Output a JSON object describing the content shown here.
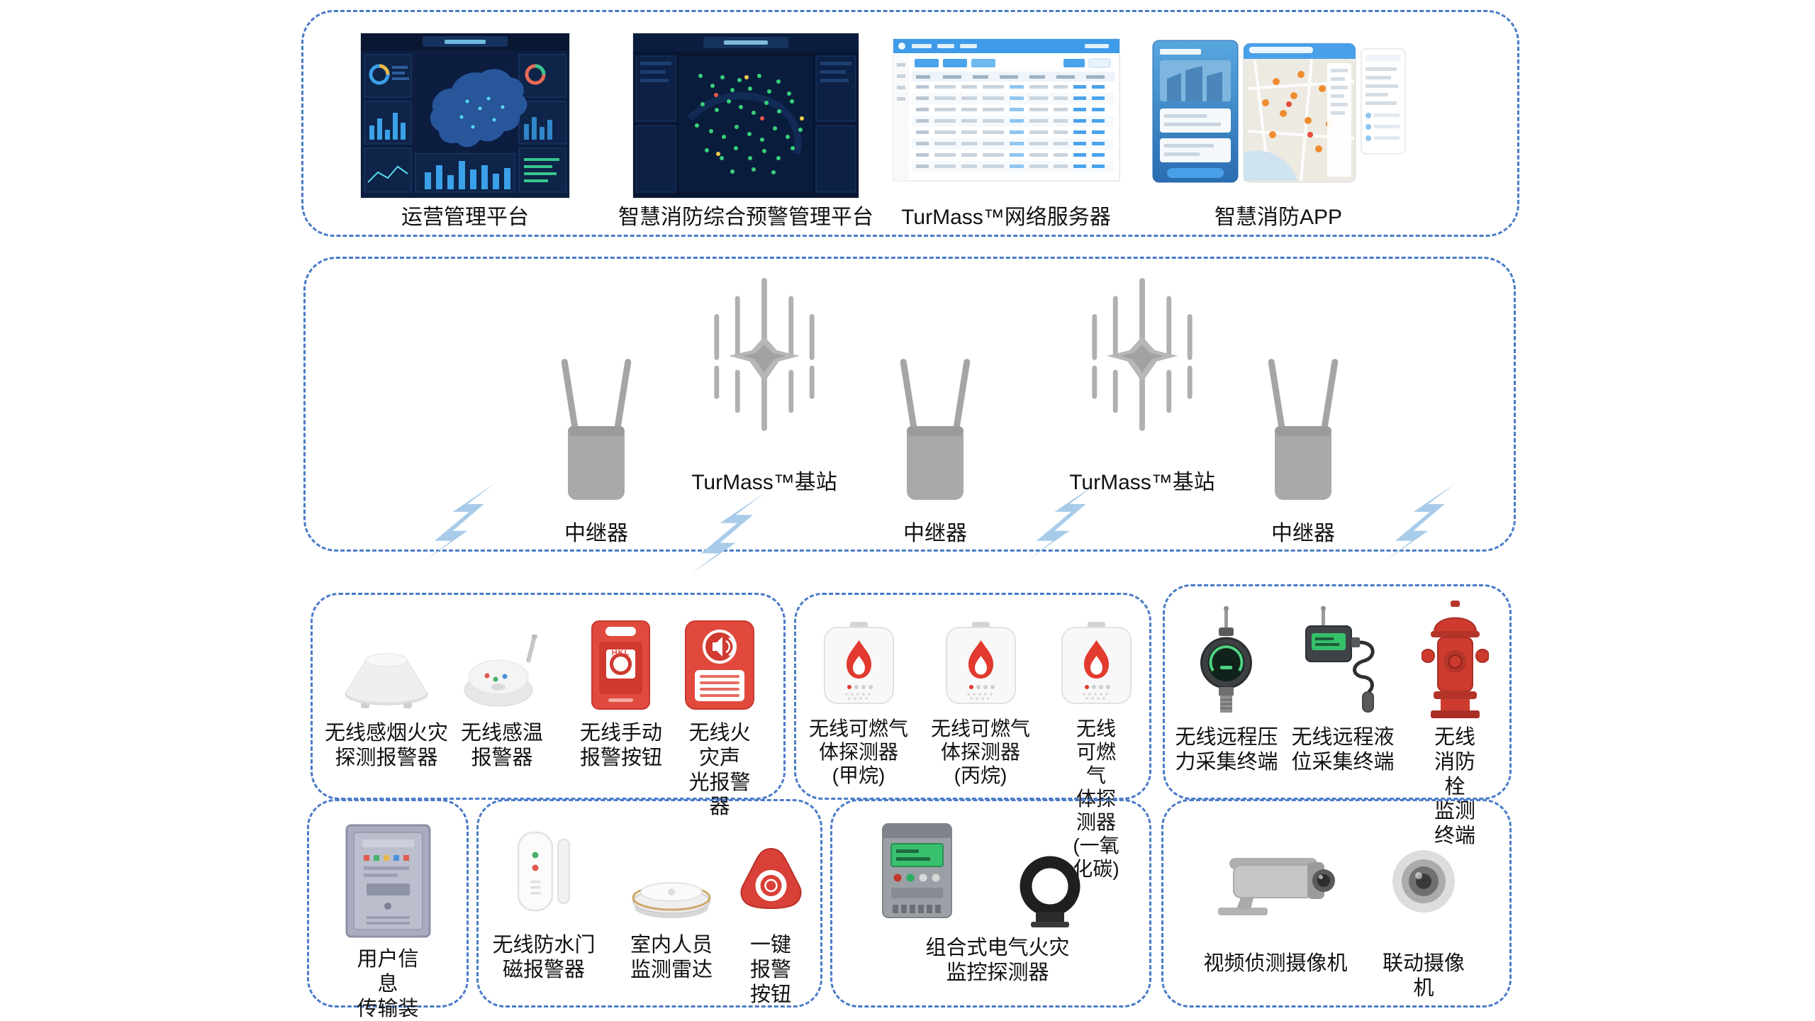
{
  "platforms": {
    "items": [
      {
        "label": "运营管理平台"
      },
      {
        "label": "智慧消防综合预警管理平台"
      },
      {
        "label": "TurMass™网络服务器"
      },
      {
        "label": "智慧消防APP"
      }
    ]
  },
  "network": {
    "repeater_label": "中继器",
    "basestation_label": "TurMass™基站"
  },
  "sensors": {
    "fire": [
      {
        "label": "无线感烟火灾\n探测报警器"
      },
      {
        "label": "无线感温\n报警器"
      },
      {
        "label": "无线手动\n报警按钮",
        "brand": "HKL"
      },
      {
        "label": "无线火灾声\n光报警器"
      }
    ],
    "gas": [
      {
        "label": "无线可燃气\n体探测器\n(甲烷)"
      },
      {
        "label": "无线可燃气\n体探测器\n(丙烷)"
      },
      {
        "label": "无线可燃气\n体探测器\n(一氧化碳)"
      }
    ],
    "hydrant": [
      {
        "label": "无线远程压\n力采集终端"
      },
      {
        "label": "无线远程液\n位采集终端"
      },
      {
        "label": "无线消防栓\n监测终端"
      }
    ],
    "transmission": {
      "label": "用户信息\n传输装置"
    },
    "indoor": [
      {
        "label": "无线防水门\n磁报警器"
      },
      {
        "label": "室内人员\n监测雷达"
      },
      {
        "label": "一键报警\n按钮"
      }
    ],
    "electrical": {
      "label": "组合式电气火灾\n监控探测器"
    },
    "cameras": [
      {
        "label": "视频侦测摄像机"
      },
      {
        "label": "联动摄像机"
      }
    ]
  },
  "colors": {
    "section_border": "#4a7bc8",
    "lightning_blue": "#a8cbe9",
    "alarm_red": "#e2493d",
    "hydrant_red": "#cd3b2f",
    "flame_red": "#e23a2e",
    "device_gray": "#a9a9a9"
  }
}
